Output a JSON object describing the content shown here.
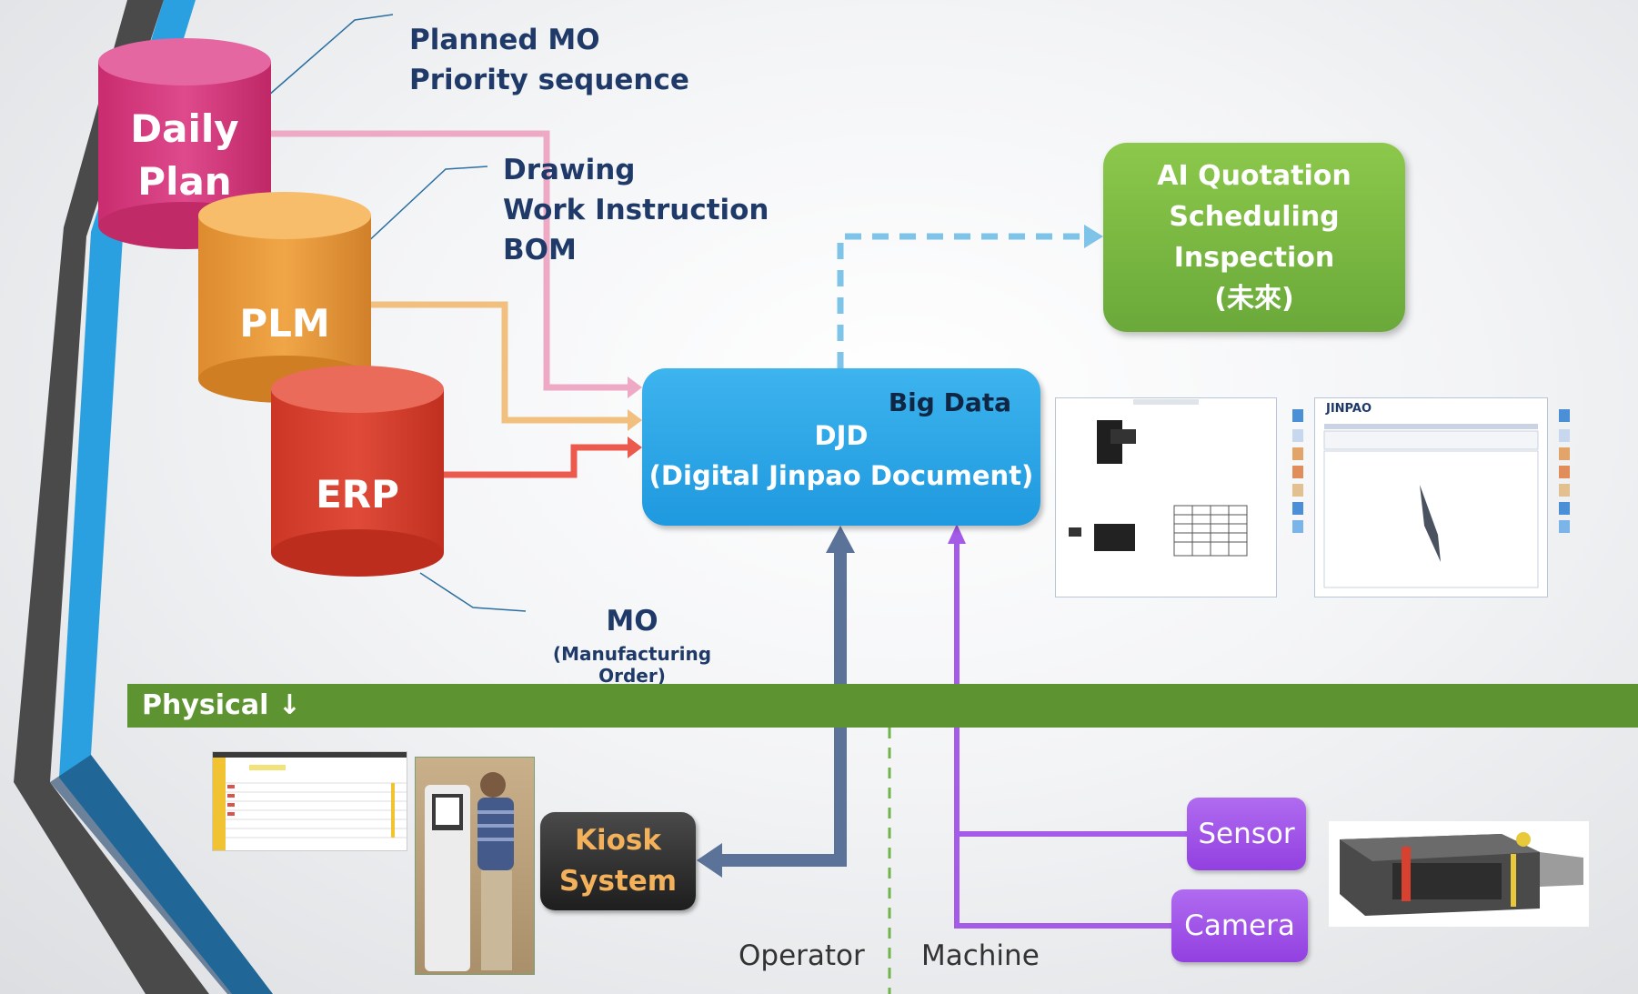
{
  "databases": {
    "daily_plan": {
      "line1": "Daily",
      "line2": "Plan"
    },
    "plm": {
      "label": "PLM"
    },
    "erp": {
      "label": "ERP"
    }
  },
  "notes": {
    "daily_plan": [
      "Planned MO",
      "Priority sequence"
    ],
    "plm": [
      "Drawing",
      "Work Instruction",
      "BOM"
    ]
  },
  "mo": {
    "title": "MO",
    "subtitle": "(Manufacturing Order)"
  },
  "djd": {
    "tag": "Big Data",
    "line1": "DJD",
    "line2": "(Digital Jinpao Document)"
  },
  "ai": {
    "lines": [
      "AI Quotation",
      "Scheduling",
      "Inspection",
      "(未來)"
    ]
  },
  "physical": {
    "label": "Physical ↓"
  },
  "kiosk": {
    "line1": "Kiosk",
    "line2": "System"
  },
  "sensor": {
    "label": "Sensor"
  },
  "camera": {
    "label": "Camera"
  },
  "operator": {
    "label": "Operator"
  },
  "machine": {
    "label": "Machine"
  },
  "doc_thumbnail": {
    "brand": "JINPAO"
  },
  "colors": {
    "daily_plan": "#d6387f",
    "plm": "#e89a3c",
    "erp": "#d9402f",
    "djd": "#2aa7e8",
    "ai": "#7fbd45",
    "physical_bar": "#5d9431",
    "kiosk": "#2b2b2b",
    "purple": "#9a4ce6",
    "operator_arrow": "#5c7399"
  }
}
